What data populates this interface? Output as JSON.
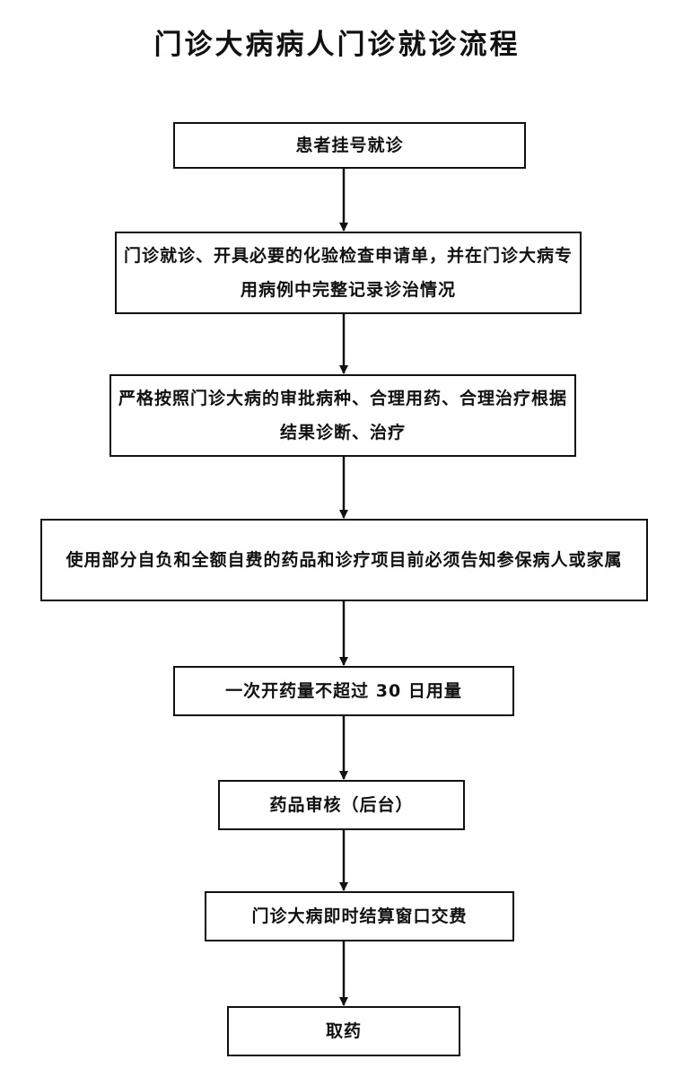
{
  "title": "门诊大病病人门诊就诊流程",
  "steps": [
    {
      "text": "患者挂号就诊"
    },
    {
      "text": "门诊就诊、开具必要的化验检查申请单，并在门诊大病专用病例中完整记录诊治情况"
    },
    {
      "text": "严格按照门诊大病的审批病种、合理用药、合理治疗根据结果诊断、治疗"
    },
    {
      "text": "使用部分自负和全额自费的药品和诊疗项目前必须告知参保病人或家属"
    },
    {
      "text": "一次开药量不超过 30 日用量"
    },
    {
      "text": "药品审核（后台）"
    },
    {
      "text": "门诊大病即时结算窗口交费"
    },
    {
      "text": "取药"
    }
  ]
}
